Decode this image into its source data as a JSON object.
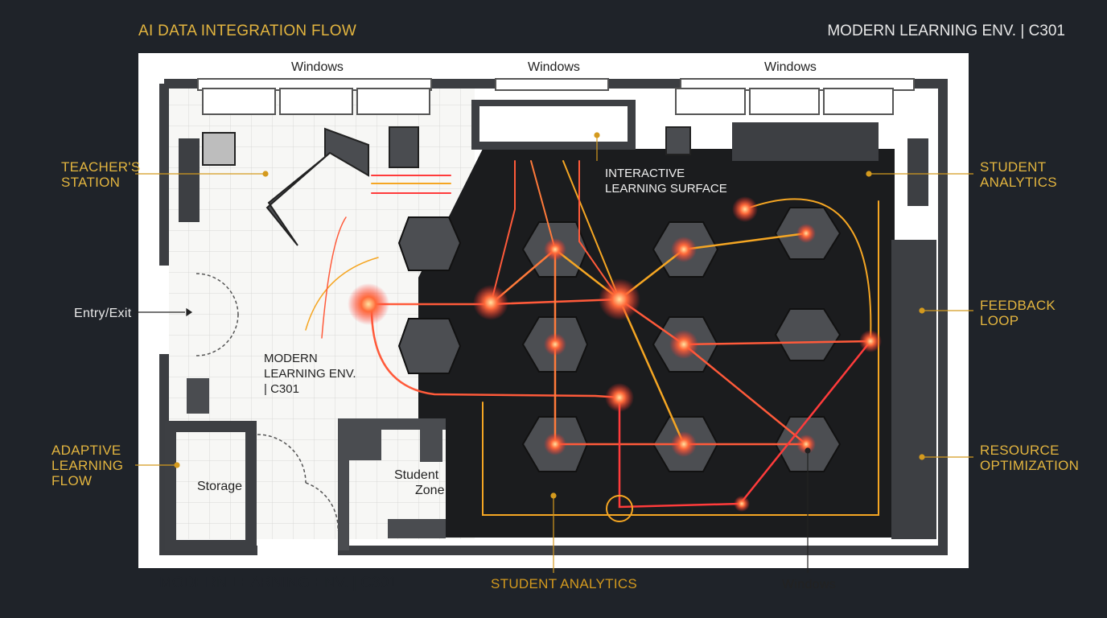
{
  "header": {
    "title": "AI DATA INTEGRATION FLOW",
    "room_id": "MODERN LEARNING ENV. | C301"
  },
  "footer": {
    "room_id": "MODERN LEARNING ENV. | C301",
    "student_analytics": "STUDENT ANALYTICS",
    "windows": "Windows"
  },
  "windows": [
    "Windows",
    "Windows",
    "Windows"
  ],
  "callouts": {
    "teacher_station": [
      "TEACHER'S",
      "STATION"
    ],
    "entry_exit": "Entry/Exit",
    "adaptive": [
      "ADAPTIVE",
      "LEARNING",
      "FLOW"
    ],
    "student_analytics": [
      "STUDENT",
      "ANALYTICS"
    ],
    "feedback_loop": [
      "FEEDBACK",
      "LOOP"
    ],
    "resource": [
      "RESOURCE",
      "OPTIMIZATION"
    ]
  },
  "room_labels": {
    "interactive_surface": [
      "INTERACTIVE",
      "LEARNING SURFACE"
    ],
    "modern_env": [
      "MODERN",
      "LEARNING ENV.",
      "| C301"
    ],
    "storage": "Storage",
    "student_zone": [
      "Student",
      "Zone"
    ]
  },
  "colors": {
    "background": "#1f2329",
    "accent_gold": "#e3b53f",
    "flow_red": "#ff3b3b",
    "flow_orange": "#f5a623",
    "dark_floor": "#1b1c1e",
    "furniture": "#4a4c50"
  }
}
